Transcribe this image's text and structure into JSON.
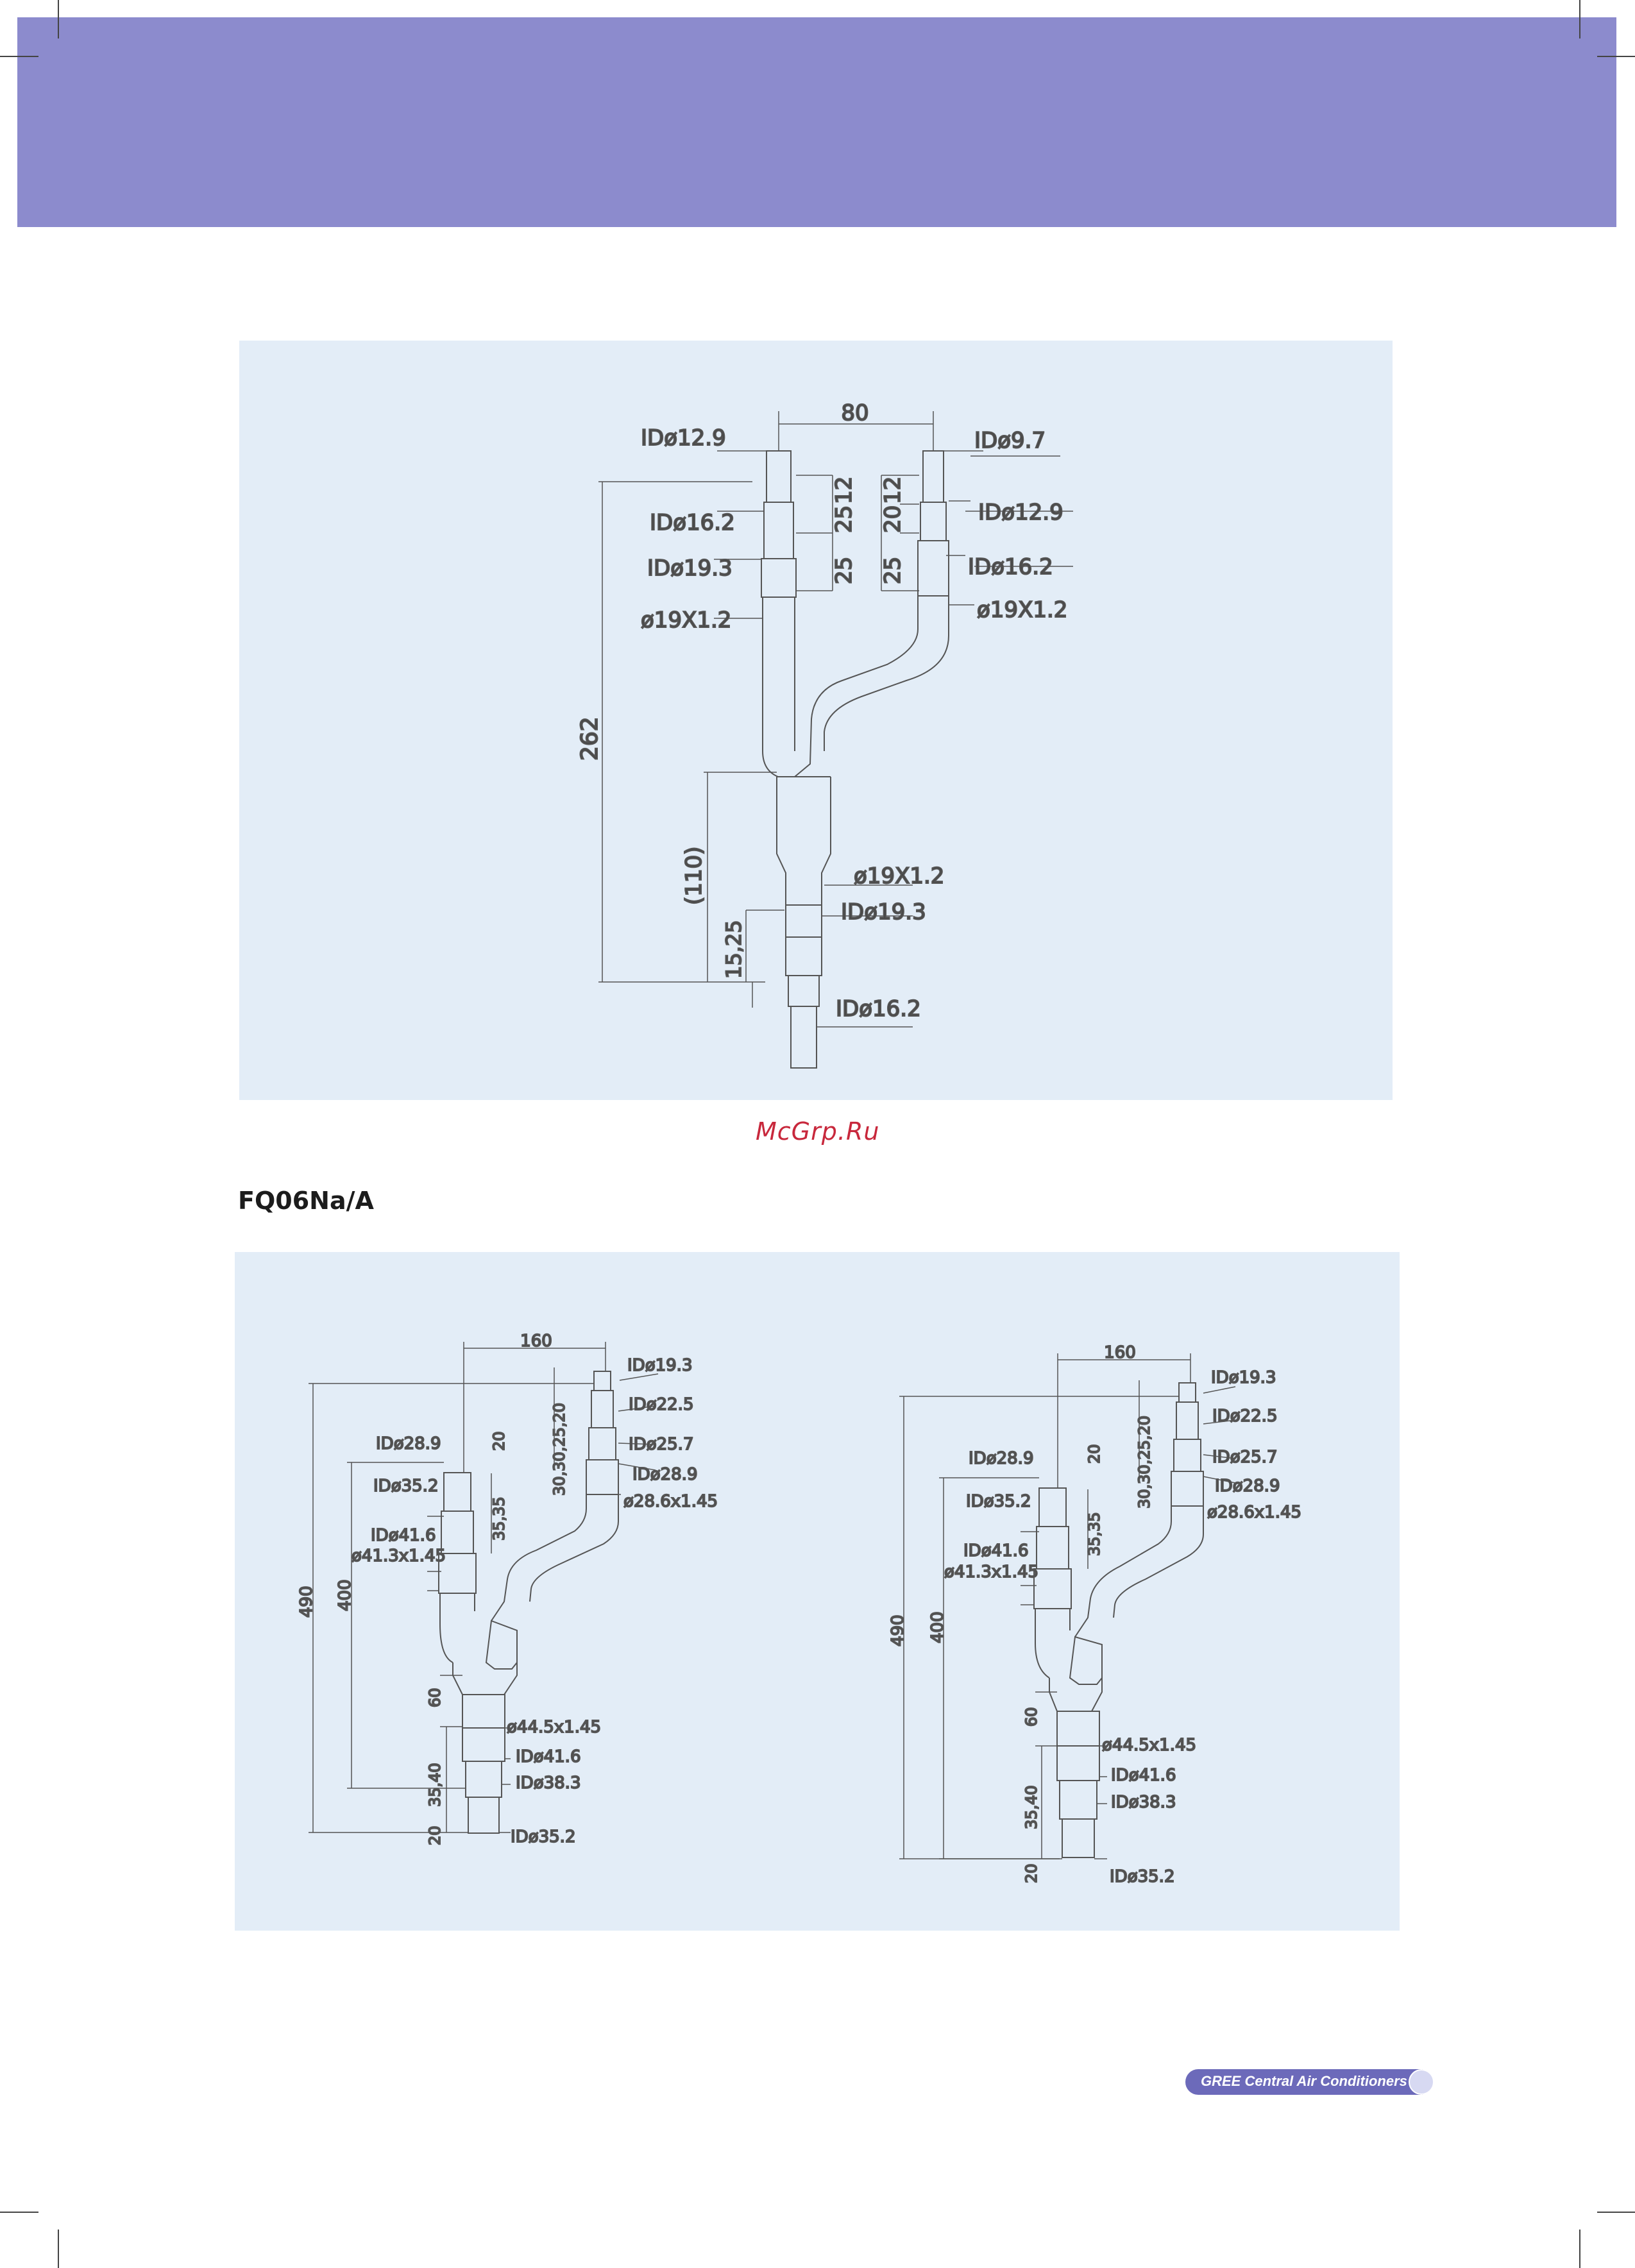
{
  "page": {
    "watermark": "McGrp.Ru",
    "model_heading": "FQ06Na/A",
    "footer_brand": "GREE Central Air Conditioners",
    "colors": {
      "header_band": "#8c8bcd",
      "panel_bg": "#e3edf7",
      "line": "#555555",
      "watermark": "#c8283c"
    }
  },
  "diagram_top": {
    "labels": {
      "top_width": "80",
      "left_id_top": "IDø12.9",
      "left_id_2": "IDø16.2",
      "left_id_3": "IDø19.3",
      "left_pipe": "ø19X1.2",
      "right_id_top": "IDø9.7",
      "right_id_2": "IDø12.9",
      "right_id_3": "IDø16.2",
      "right_pipe": "ø19X1.2",
      "left_dim_a": "25",
      "left_dim_b": "25",
      "left_dim_c": "12",
      "right_dim_a": "25",
      "right_dim_b": "20",
      "right_dim_c": "12",
      "overall_height": "262",
      "lower_height": "(110)",
      "lower_dims": "15,25",
      "bottom_pipe": "ø19X1.2",
      "bottom_id_1": "IDø19.3",
      "bottom_id_2": "IDø16.2"
    }
  },
  "diagram_bottom_left": {
    "labels": {
      "width": "160",
      "r_id1": "IDø19.3",
      "r_id2": "IDø22.5",
      "r_id3": "IDø25.7",
      "r_id4": "IDø28.9",
      "r_pipe": "ø28.6x1.45",
      "r_dims": "30,30,25,20",
      "l_id1": "IDø28.9",
      "l_id2": "IDø35.2",
      "l_id3": "IDø41.6",
      "l_pipe": "ø41.3x1.45",
      "l_dim1": "20",
      "l_dims": "35,35",
      "overall": "490",
      "h400": "400",
      "d60": "60",
      "b_pipe": "ø44.5x1.45",
      "b_id1": "IDø41.6",
      "b_id2": "IDø38.3",
      "b_id3": "IDø35.2",
      "b_dims": "35,40",
      "b_dim20": "20"
    }
  },
  "diagram_bottom_right": {
    "labels": {
      "width": "160",
      "r_id1": "IDø19.3",
      "r_id2": "IDø22.5",
      "r_id3": "IDø25.7",
      "r_id4": "IDø28.9",
      "r_pipe": "ø28.6x1.45",
      "r_dims": "30,30,25,20",
      "l_id1": "IDø28.9",
      "l_id2": "IDø35.2",
      "l_id3": "IDø41.6",
      "l_pipe": "ø41.3x1.45",
      "l_dim1": "20",
      "l_dims": "35,35",
      "overall": "490",
      "h400": "400",
      "d60": "60",
      "b_pipe": "ø44.5x1.45",
      "b_id1": "IDø41.6",
      "b_id2": "IDø38.3",
      "b_id3": "IDø35.2",
      "b_dims": "35,40",
      "b_dim20": "20"
    }
  }
}
